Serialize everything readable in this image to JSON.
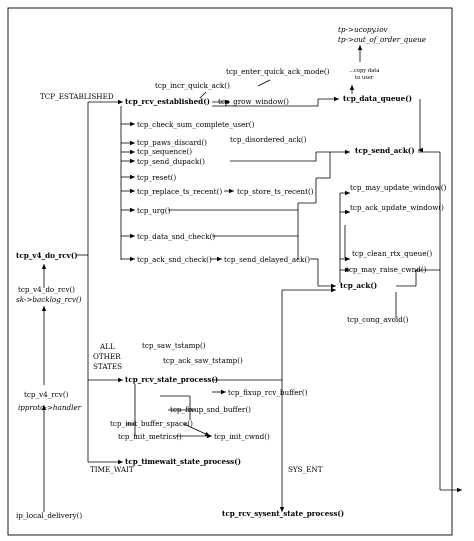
{
  "labels": {
    "tcp_established": "TCP_ESTABLISHED",
    "all": "ALL",
    "other": "OTHER",
    "states": "STATES",
    "time_wait": "TIME_WAIT",
    "sys_ent": "SYS_ENT",
    "copy_data_1": "...copy data",
    "copy_data_2": "to user"
  },
  "functions": {
    "tcp_enter_quick_ack_mode": "tcp_enter_quick_ack_mode()",
    "tp_ucopy_iov": "tp->ucopy.iov",
    "tp_out_of_order_queue": "tp->out_of_order_queue",
    "tcp_incr_quick_ack": "tcp_incr_quick_ack()",
    "tcp_rcv_established": "tcp_rcv_established()",
    "tcp_grow_window": "tcp_grow_window()",
    "tcp_data_queue": "tcp_data_queue()",
    "tcp_check_sum_complete_user": "tcp_check_sum_complete_user()",
    "tcp_paws_discard": "tcp_paws_discard()",
    "tcp_disordered_ack": "tcp_disordered_ack()",
    "tcp_sequence": "tcp_sequence()",
    "tcp_send_ack": "tcp_send_ack()",
    "tcp_send_dupack": "tcp_send_dupack()",
    "tcp_reset": "tcp_reset()",
    "tcp_replace_ts_recent": "tcp_replace_ts_recent()",
    "tcp_store_ts_recent": "tcp_store_ts_recent()",
    "tcp_may_update_window": "tcp_may_update_window()",
    "tcp_urg": "tcp_urg()",
    "tcp_ack_update_window": "tcp_ack_update_window()",
    "tcp_data_snd_check": "tcp_data_snd_check()",
    "tcp_v4_do_rcv": "tcp_v4_do_rcv()",
    "tcp_clean_rtx_queue": "tcp_clean_rtx_queue()",
    "tcp_ack_snd_check": "tcp_ack_snd_check()",
    "tcp_send_delayed_ack": "tcp_send_delayed_ack()",
    "tcp_may_raise_cwnd": "tcp_may_raise_cwnd()",
    "tcp_ack": "tcp_ack()",
    "tcp_v4_do_rcv_2": "tcp_v4_do_rcv()",
    "sk_backlog_rcv": "sk->backlog_rcv()",
    "tcp_cong_avoid": "tcp_cong_avoid()",
    "tcp_saw_tstamp": "tcp_saw_tstamp()",
    "tcp_ack_saw_tstamp": "tcp_ack_saw_tstamp()",
    "tcp_rcv_state_process": "tcp_rcv_state_process()",
    "tcp_v4_rcv": "tcp_v4_rcv()",
    "tcp_fixup_rcv_buffer": "tcp_fixup_rcv_buffer()",
    "ipproto_handler": "ipproto->handler",
    "tcp_fixup_snd_buffer": "tcp_fixup_snd_buffer()",
    "tcp_init_buffer_space": "tcp_init_buffer_space()",
    "tcp_init_metrics": "tcp_init_metrics()",
    "tcp_init_cwnd": "tcp_init_cwnd()",
    "tcp_timewait_state_process": "tcp_timewait_state_process()",
    "ip_local_delivery": "ip_local_delivery()",
    "tcp_rcv_sysent_state_process": "tcp_rcv_sysent_state_process()"
  }
}
